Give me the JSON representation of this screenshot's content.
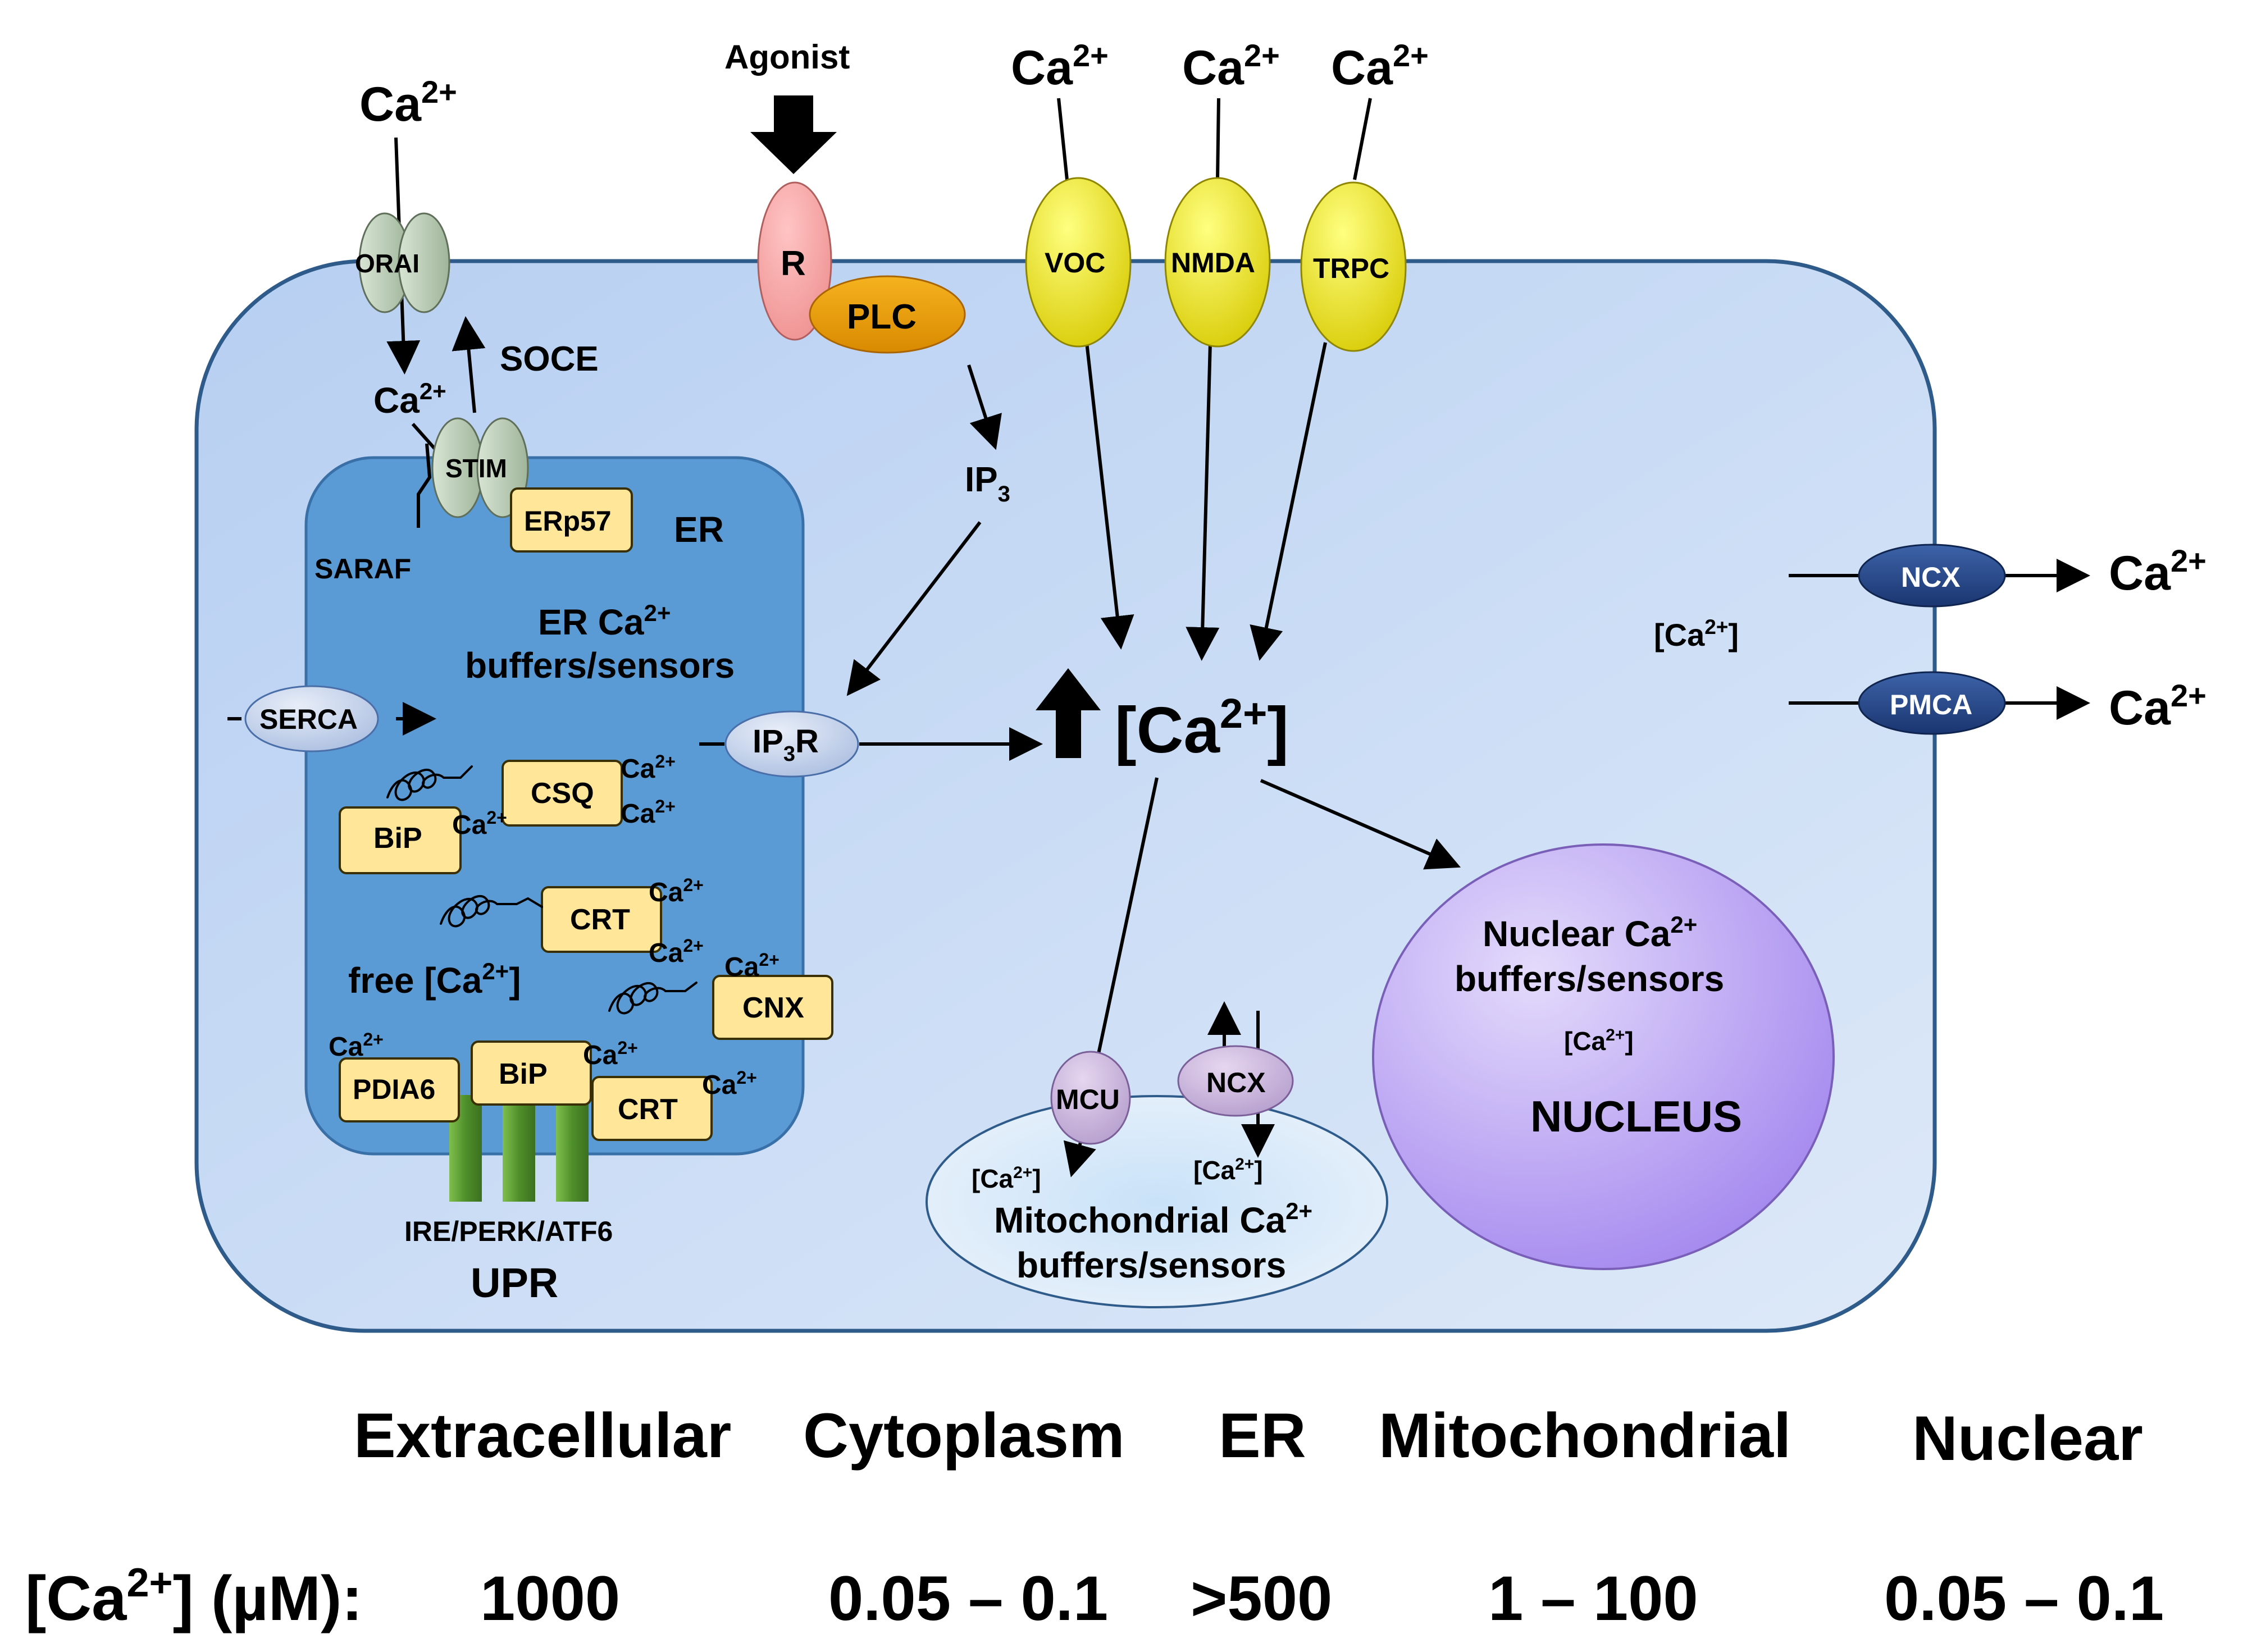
{
  "diagram": {
    "ca_symbol": "Ca",
    "ca_charge": "2+",
    "agonist": "Agonist",
    "receptor": "R",
    "plc": "PLC",
    "ip3": "IP",
    "ip3_sub": "3",
    "ip3r": "IP",
    "ip3r_sub": "3",
    "ip3r_tail": "R",
    "orai": "ORAI",
    "stim": "STIM",
    "soce": "SOCE",
    "saraf": "SARAF",
    "erp57": "ERp57",
    "er_label": "ER",
    "er_buffers_line1_a": "ER Ca",
    "er_buffers_line2": "buffers/sensors",
    "serca": "SERCA",
    "bip": "BiP",
    "csq": "CSQ",
    "crt": "CRT",
    "cnx": "CNX",
    "pdia6": "PDIA6",
    "free_ca_a": "free [Ca",
    "free_ca_b": "]",
    "upr_sensors": "IRE/PERK/ATF6",
    "upr": "UPR",
    "voc": "VOC",
    "nmda": "NMDA",
    "trpc": "TRPC",
    "cyto_ca_a": "[Ca",
    "cyto_ca_b": "]",
    "bracket_open": "[Ca",
    "bracket_close": "]",
    "ncx": "NCX",
    "pmca": "PMCA",
    "mcu": "MCU",
    "mito_ncx": "NCX",
    "mito_buffers_line1_a": "Mitochondrial Ca",
    "mito_buffers_line2": "buffers/sensors",
    "nuclear_buffers_line1_a": "Nuclear Ca",
    "nuclear_buffers_line2": "buffers/sensors",
    "nucleus": "NUCLEUS"
  },
  "table": {
    "row_label_a": "[Ca",
    "row_label_b": "] (µM):",
    "columns": [
      {
        "header": "Extracellular",
        "value": "1000"
      },
      {
        "header": "Cytoplasm",
        "value": "0.05 – 0.1"
      },
      {
        "header": "ER",
        "value": ">500"
      },
      {
        "header": "Mitochondrial",
        "value": "1 – 100"
      },
      {
        "header": "Nuclear",
        "value": "0.05 – 0.1"
      }
    ]
  },
  "colors": {
    "cell_fill": "#bcd3f2",
    "er_fill": "#5b9bd5",
    "buffer_box": "#ffe699",
    "channel_yellow": "#e6e600",
    "pump_navy": "#1f3d7a",
    "nucleus_fill": "#c4aef5",
    "upr_green": "#5aa02c"
  }
}
